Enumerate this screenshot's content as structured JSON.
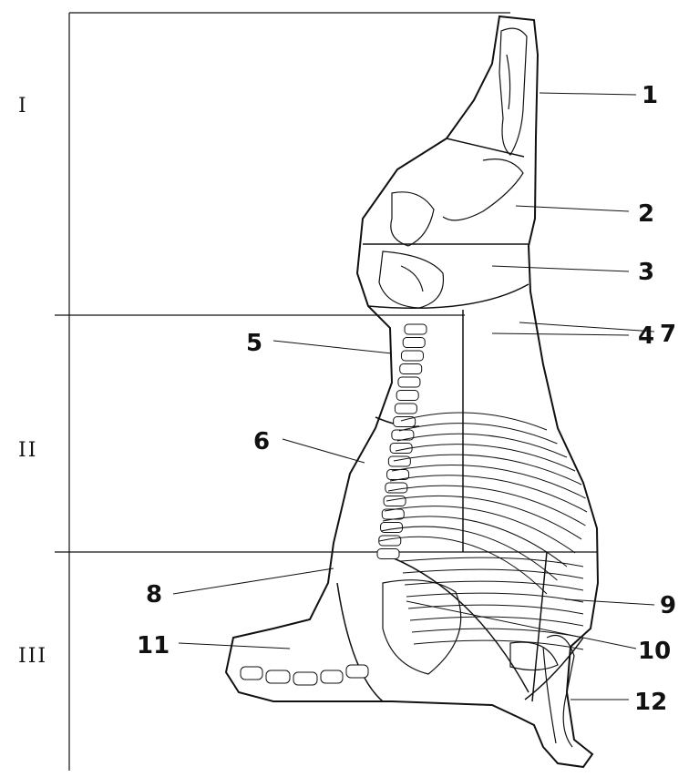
{
  "sections": [
    {
      "id": "I",
      "label": "I"
    },
    {
      "id": "II",
      "label": "II"
    },
    {
      "id": "III",
      "label": "III"
    }
  ],
  "callouts": [
    {
      "number": "1"
    },
    {
      "number": "2"
    },
    {
      "number": "3"
    },
    {
      "number": "4"
    },
    {
      "number": "5"
    },
    {
      "number": "6"
    },
    {
      "number": "7"
    },
    {
      "number": "8"
    },
    {
      "number": "9"
    },
    {
      "number": "10"
    },
    {
      "number": "11"
    },
    {
      "number": "12"
    }
  ],
  "colors": {
    "ink": "#111111",
    "background": "#ffffff"
  }
}
